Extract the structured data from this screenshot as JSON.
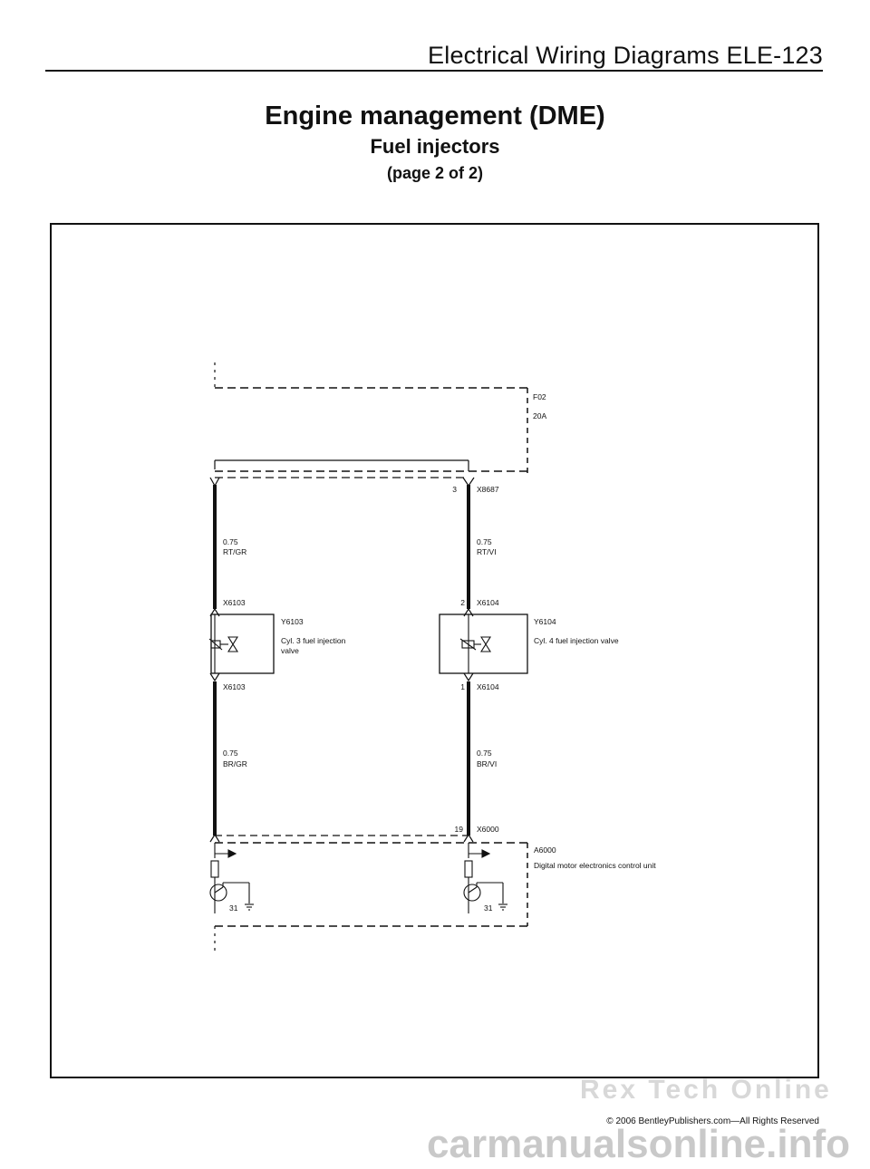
{
  "header": {
    "title": "Electrical Wiring Diagrams   ELE-123"
  },
  "titles": {
    "main": "Engine management (DME)",
    "sub": "Fuel injectors",
    "page": "(page 2 of 2)"
  },
  "fuse": {
    "id": "F02",
    "rating": "20A"
  },
  "connectors": {
    "x8687": {
      "pin": "3",
      "id": "X8687"
    },
    "x6103_top": "X6103",
    "x6103_bottom": "X6103",
    "x6104_top": {
      "pin": "2",
      "id": "X6104"
    },
    "x6104_bottom": {
      "pin": "1",
      "id": "X6104"
    },
    "x6000": {
      "pin": "19",
      "id": "X6000"
    }
  },
  "wires": {
    "left_top": {
      "size": "0.75",
      "color": "RT/GR"
    },
    "right_top": {
      "size": "0.75",
      "color": "RT/VI"
    },
    "left_bottom": {
      "size": "0.75",
      "color": "BR/GR"
    },
    "right_bottom": {
      "size": "0.75",
      "color": "BR/VI"
    }
  },
  "components": {
    "y6103": {
      "id": "Y6103",
      "desc_line1": "Cyl. 3 fuel injection",
      "desc_line2": "valve"
    },
    "y6104": {
      "id": "Y6104",
      "desc": "Cyl. 4 fuel injection  valve"
    },
    "a6000": {
      "id": "A6000",
      "desc": "Digital motor electronics control unit"
    }
  },
  "ground_left": "31",
  "ground_right": "31",
  "footer": {
    "watermark": "Rex Tech Online",
    "copyright": "© 2006 BentleyPublishers.com—All Rights Reserved",
    "site": "carmanualsonline.info"
  }
}
